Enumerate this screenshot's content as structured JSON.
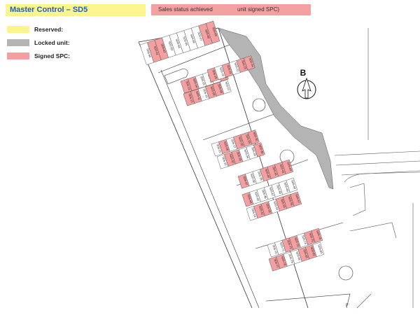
{
  "header": {
    "title": "Master Control – SD5",
    "status_label": "Sales status achieved",
    "status_note": "unit signed SPC)"
  },
  "legend": [
    {
      "label": "Reserved:",
      "color": "#fbf58c"
    },
    {
      "label": "Locked unit:",
      "color": "#b4b4b4"
    },
    {
      "label": "Signed SPC:",
      "color": "#f4a0a0"
    }
  ],
  "map": {
    "north_letter": "B",
    "corner_letter": "F",
    "colors": {
      "signed": "#f4a0a0",
      "available": "#ffffff",
      "locked_area": "#b4b4b4"
    },
    "rows": [
      {
        "labels": [
          "SD5-60",
          "SD5-61",
          "SD5-62",
          "SD5-63",
          "SD5-64",
          "SD5-65",
          "SD5-66",
          "SD5-67",
          "SD5-68",
          "SD5-69"
        ],
        "signed": [
          0,
          1,
          1,
          0,
          0,
          0,
          0,
          0,
          1,
          1
        ]
      },
      {
        "labels": [
          "SD5-13",
          "SD5-14",
          "SD5-15",
          "SD5-16",
          "SD5-17",
          "SD5-18"
        ],
        "signed": [
          1,
          1,
          0,
          0,
          0,
          1
        ]
      },
      {
        "labels": [
          "SD5-12",
          "SD5-11",
          "SD5-10",
          "SD5-09",
          "SD5-08",
          "SD5-07"
        ],
        "signed": [
          1,
          1,
          0,
          1,
          1,
          0
        ]
      },
      {
        "labels": [
          "SD5-19",
          "SD5-20",
          "SD5-21",
          "SD5-22",
          "SD5-23",
          "SD5-24"
        ],
        "signed": [
          1,
          0,
          1,
          0,
          1,
          1
        ]
      },
      {
        "labels": [
          "SD5-25",
          "SD5-26",
          "SD5-27",
          "SD5-28",
          "SD5-29",
          "SD5-30"
        ],
        "signed": [
          0,
          1,
          0,
          1,
          1,
          1
        ]
      },
      {
        "labels": [
          "SD5-31",
          "SD5-32",
          "SD5-33",
          "SD5-34",
          "SD5-35",
          "SD5-36"
        ],
        "signed": [
          0,
          1,
          1,
          0,
          0,
          1
        ]
      },
      {
        "labels": [
          "SD5-37",
          "SD5-38",
          "SD5-39",
          "SD5-40",
          "SD5-41",
          "SD5-42",
          "SD5-43"
        ],
        "signed": [
          1,
          0,
          0,
          1,
          1,
          1,
          1
        ]
      },
      {
        "labels": [
          "SD5-44",
          "SD5-45",
          "SD5-46",
          "SD5-47",
          "SD5-48",
          "SD5-49",
          "SD5-50"
        ],
        "signed": [
          1,
          0,
          0,
          0,
          0,
          0,
          0
        ]
      },
      {
        "labels": [
          "SD5-51",
          "SD5-52",
          "SD5-53",
          "SD5-54",
          "SD5-55",
          "SD5-56",
          "SD5-57"
        ],
        "signed": [
          0,
          1,
          1,
          0,
          1,
          1,
          1
        ]
      },
      {
        "labels": [
          "SD5-70",
          "SD5-71",
          "SD5-72",
          "SD5-73",
          "SD5-74",
          "SD5-75",
          "SD5-76"
        ],
        "signed": [
          0,
          0,
          1,
          1,
          0,
          1,
          1
        ]
      },
      {
        "labels": [
          "SD5-77",
          "SD5-78",
          "SD5-79",
          "SD5-80",
          "SD5-81",
          "SD5-82",
          "SD5-83"
        ],
        "signed": [
          1,
          1,
          0,
          0,
          1,
          1,
          0
        ]
      }
    ]
  }
}
